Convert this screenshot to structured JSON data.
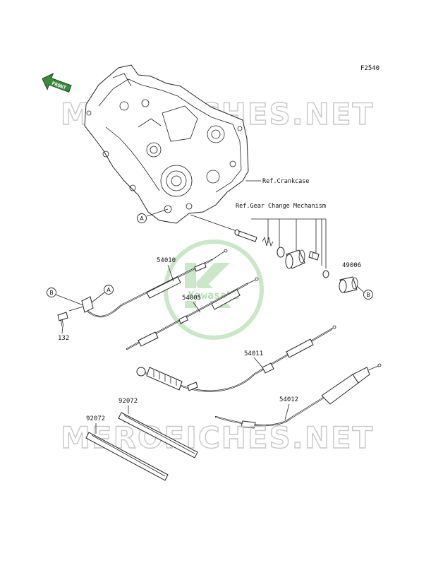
{
  "figure_code": "F2540",
  "front_arrow": "FRONT",
  "watermark_text": "MEROFICHES.NET",
  "brand_logo": "Kawasaki",
  "references": {
    "crankcase": "Ref.Crankcase",
    "gear_change": "Ref.Gear Change Mechanism"
  },
  "callouts": {
    "a1": "A",
    "a2": "A",
    "b1": "B",
    "b2": "B"
  },
  "parts": {
    "p54010": "54010",
    "p54005": "54005",
    "p54011": "54011",
    "p54012": "54012",
    "p49006": "49006",
    "p132": "132",
    "p92072a": "92072",
    "p92072b": "92072"
  },
  "colors": {
    "line": "#222222",
    "watermark": "#c8c8c8",
    "logo_green": "#9fd49a",
    "front_arrow_fill": "#3a8a3a"
  }
}
